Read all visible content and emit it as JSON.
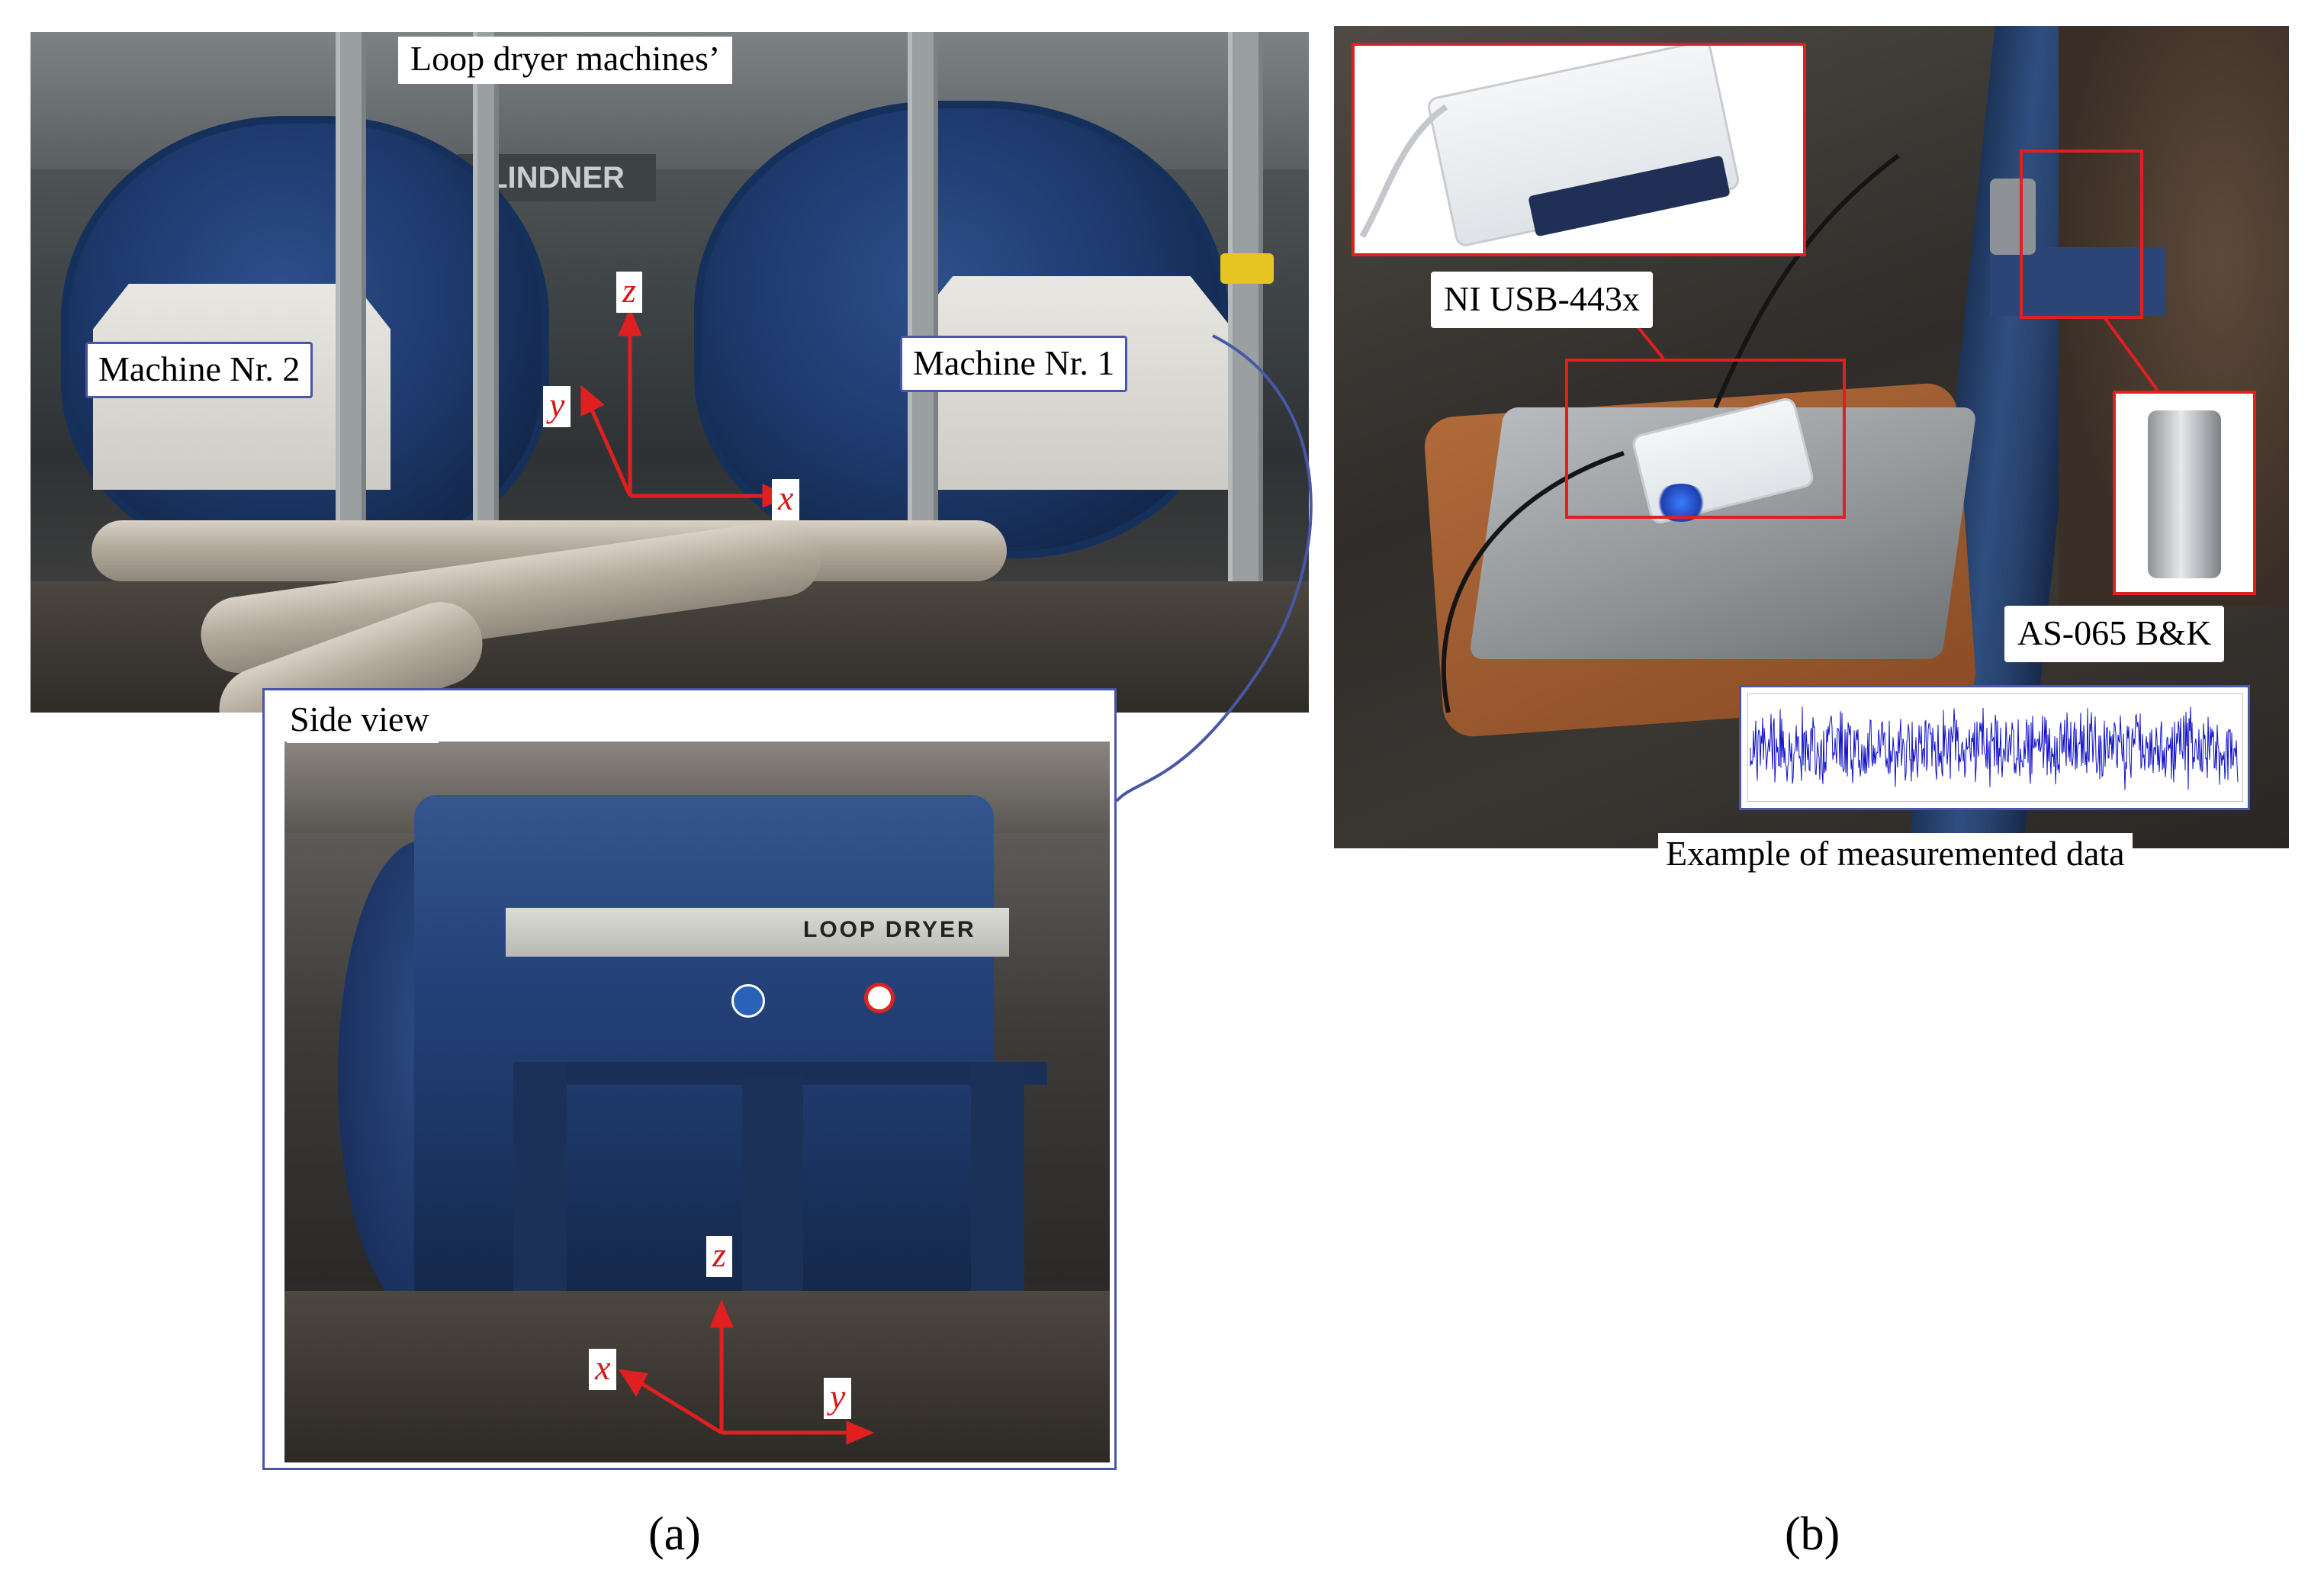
{
  "panel_a": {
    "title": "Loop dryer machines’",
    "machine_2_label": "Machine Nr. 2",
    "machine_1_label": "Machine Nr. 1",
    "top_axes": {
      "x": "x",
      "y": "y",
      "z": "z"
    },
    "side_view": {
      "label": "Side view",
      "drum_text": "LOOP DRYER",
      "axes": {
        "x": "x",
        "y": "y",
        "z": "z"
      }
    },
    "brand_text": "LINDNER",
    "caption": "(a)"
  },
  "panel_b": {
    "daq_label": "NI USB-443x",
    "sensor_label": "AS-065 B&K",
    "data_label": "Example of measuremented data",
    "caption": "(b)"
  },
  "colors": {
    "annotation_red": "#e02020",
    "frame_blue": "#4a56a6",
    "signal_blue": "#1010c8",
    "machine_blue": "#1e3a6e"
  }
}
